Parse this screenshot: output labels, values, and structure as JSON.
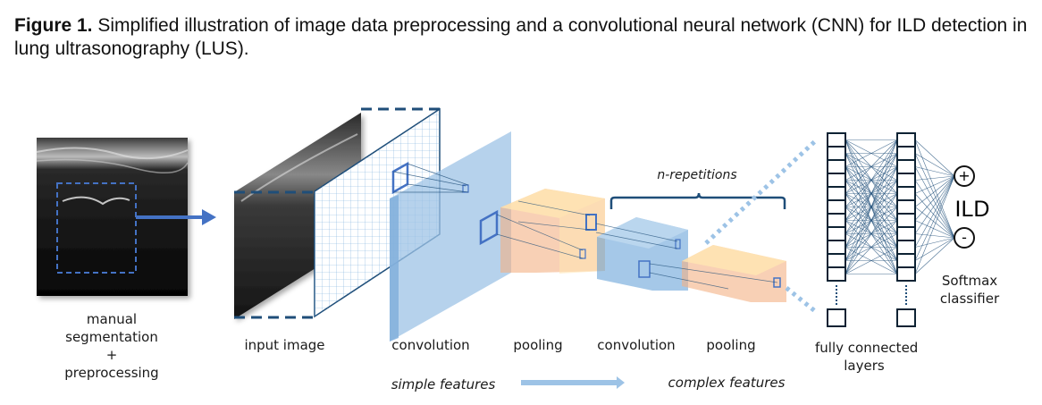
{
  "caption": {
    "label": "Figure 1.",
    "text": " Simplified illustration of image data preprocessing and a convolutional neural network (CNN) for ILD detection in lung ultrasonography (LUS)."
  },
  "stages": {
    "preprocessing": [
      "manual",
      "segmentation",
      "+",
      "preprocessing"
    ],
    "input_image": "input image",
    "conv1": "convolution",
    "pool1": "pooling",
    "conv2": "convolution",
    "pool2": "pooling",
    "fc": [
      "fully connected",
      "layers"
    ],
    "softmax": [
      "Softmax",
      "classifier"
    ]
  },
  "annotations": {
    "repetitions": "n-repetitions",
    "simple": "simple features",
    "complex": "complex features"
  },
  "output": {
    "class_label": "ILD",
    "positive": "+",
    "negative": "-"
  },
  "colors": {
    "dark_blue": "#1f4e79",
    "accent_blue": "#4472c4",
    "conv_blue": "#9dc3e6",
    "pool_orange": "#f4b183",
    "pool_yellow": "#ffe6b3",
    "arrow_light_blue": "#9dc3e6"
  },
  "fc_layers": {
    "units_visible": 11
  }
}
